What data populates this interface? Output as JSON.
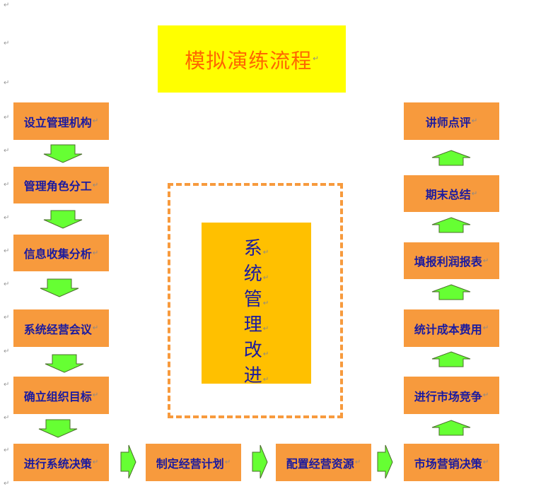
{
  "title": "模拟演练流程",
  "para_mark": "↵",
  "left_column": [
    "设立管理机构",
    "管理角色分工",
    "信息收集分析",
    "系统经营会议",
    "确立组织目标",
    "进行系统决策"
  ],
  "bottom_row": [
    "制定经营计划",
    "配置经营资源"
  ],
  "right_column": [
    "市场营销决策",
    "进行市场竞争",
    "统计成本费用",
    "填报利润报表",
    "期末总结",
    "讲师点评"
  ],
  "center_chars": [
    "系",
    "统",
    "管",
    "理",
    "改",
    "进"
  ],
  "colors": {
    "box_fill": "#f79a3d",
    "box_text": "#1a1aa0",
    "arrow_fill": "#66ff33",
    "title_bg": "#ffff00",
    "title_text": "#ff6600",
    "center_fill": "#ffc000"
  }
}
